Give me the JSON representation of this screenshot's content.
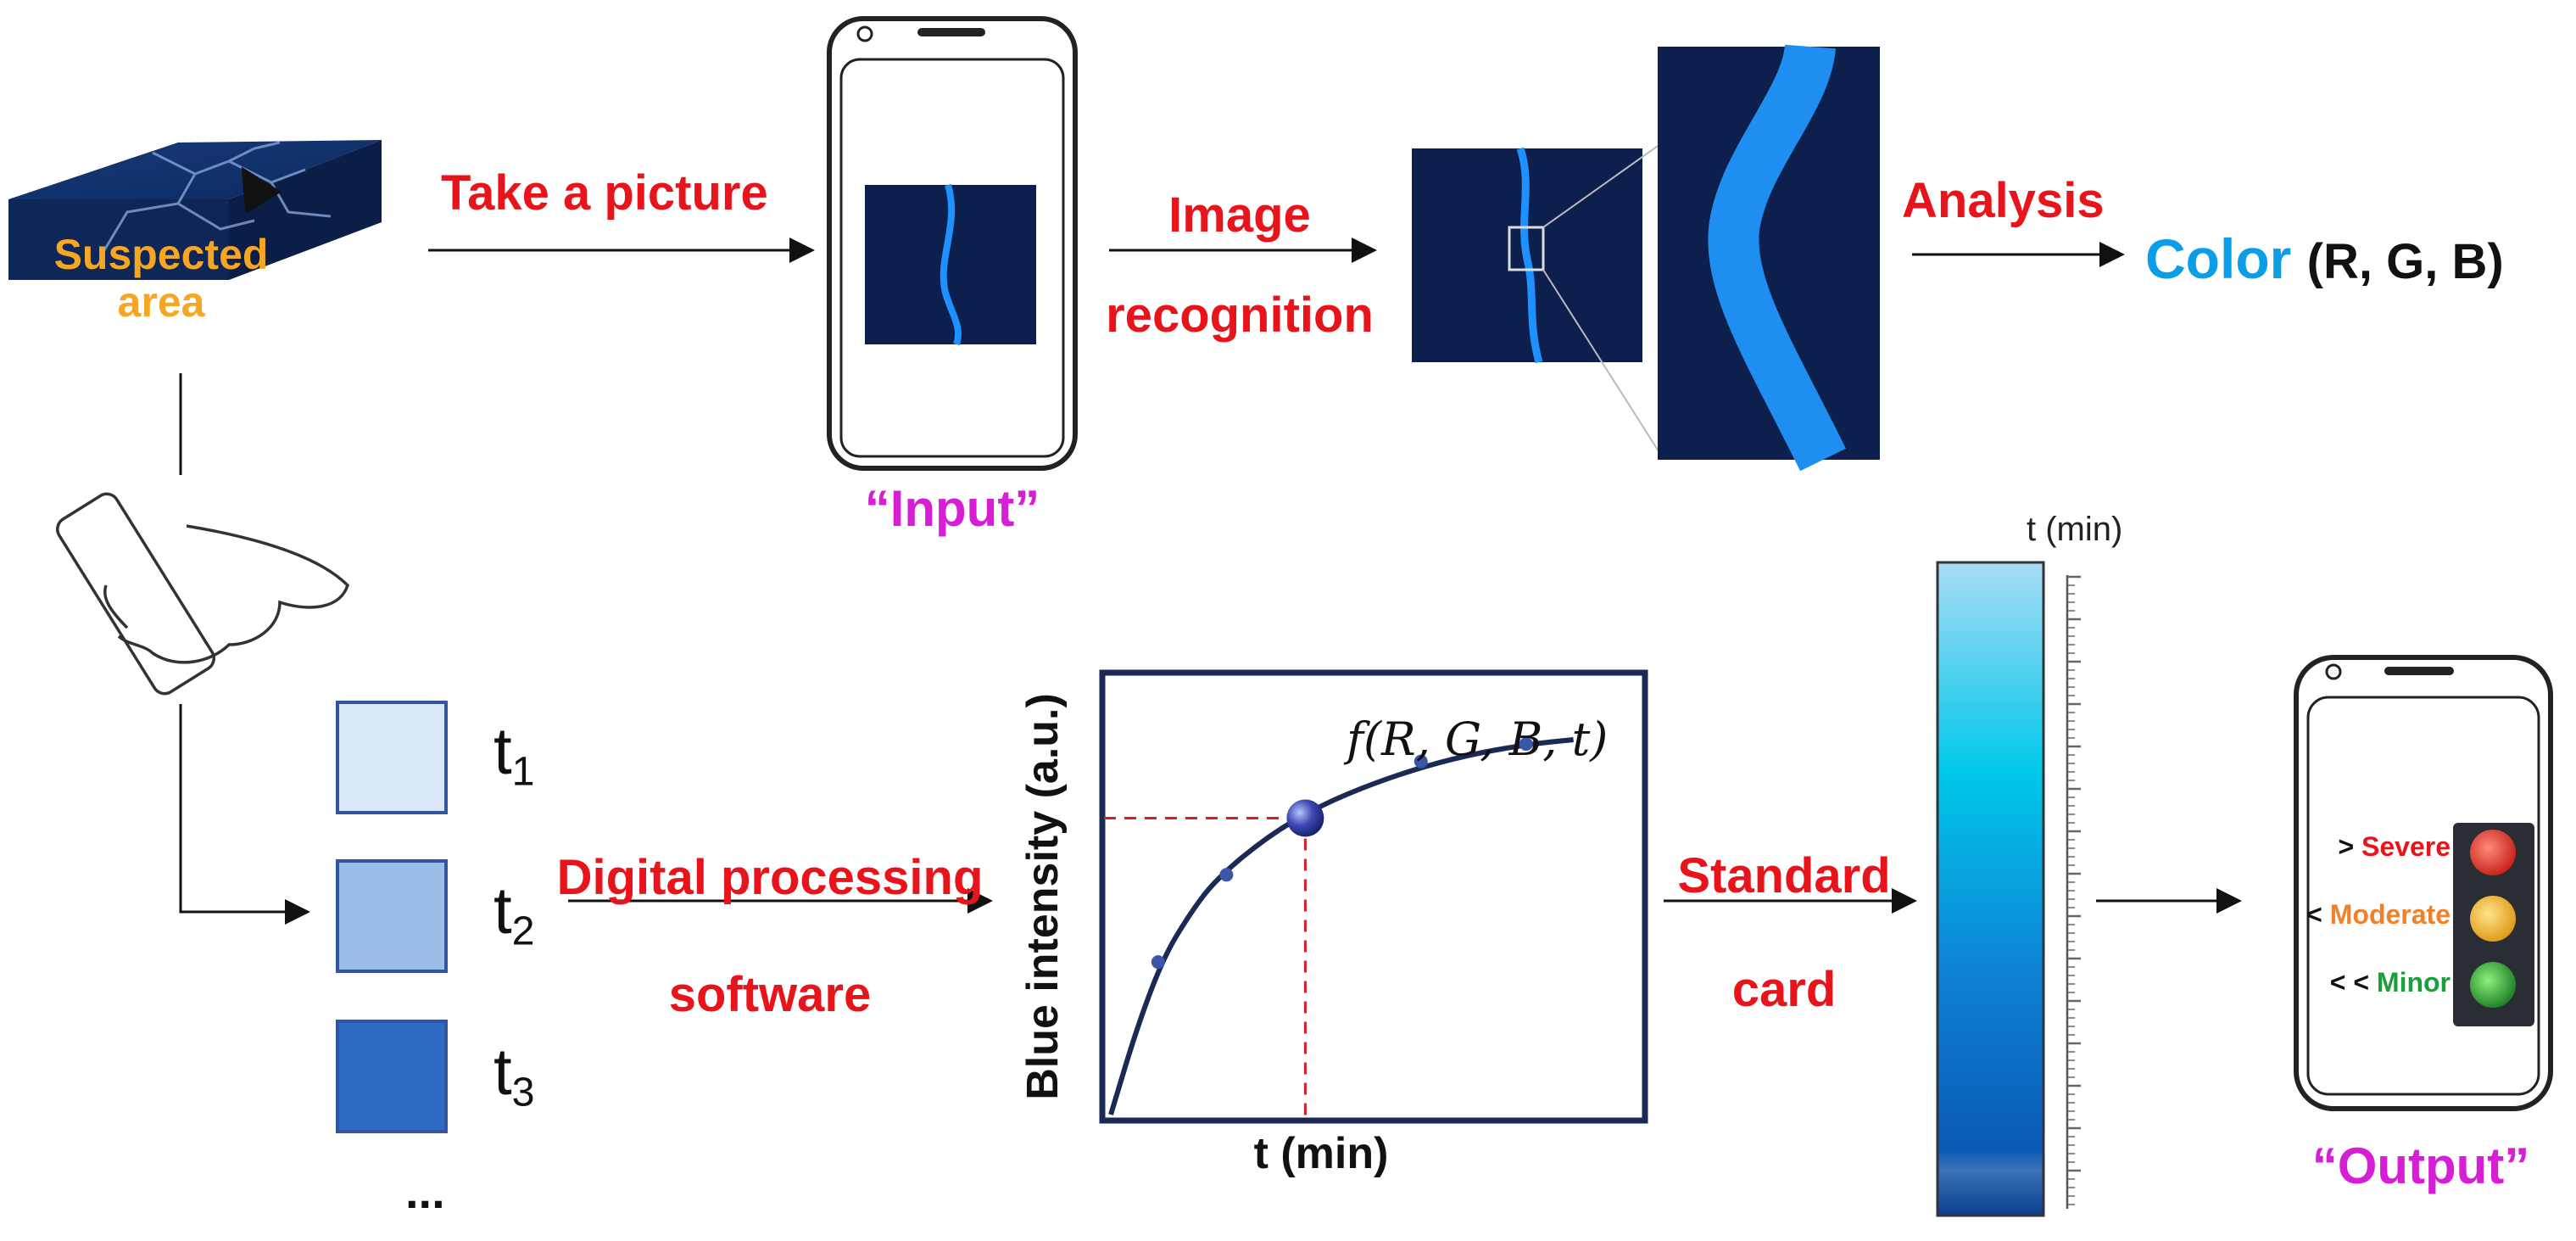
{
  "labels": {
    "suspected_area_line1": "Suspected",
    "suspected_area_line2": "area",
    "take_picture": "Take a picture",
    "image_recognition_line1": "Image",
    "image_recognition_line2": "recognition",
    "analysis": "Analysis",
    "color_word": "Color",
    "rgb": "(R, G, B)",
    "input": "“Input”",
    "digital_processing_line1": "Digital processing",
    "digital_processing_line2": "software",
    "standard_card_line1": "Standard",
    "standard_card_line2": "card",
    "output": "“Output”",
    "card_unit": "t (min)",
    "ellipsis": "..."
  },
  "samples": [
    {
      "label": "t",
      "sub": "1",
      "color": "#dae7f6"
    },
    {
      "label": "t",
      "sub": "2",
      "color": "#9bbde6"
    },
    {
      "label": "t",
      "sub": "3",
      "color": "#2e6bc4"
    }
  ],
  "traffic_light": [
    {
      "prefix": "> ",
      "label": "Severe",
      "text_color": "#e8141c",
      "lamp_color": "#e3211c"
    },
    {
      "prefix": "< ",
      "label": "Moderate",
      "text_color": "#f0802a",
      "lamp_color": "#f2b81b"
    },
    {
      "prefix": "< < ",
      "label": "Minor",
      "text_color": "#1aa03a",
      "lamp_color": "#1f9a2e"
    }
  ],
  "colors": {
    "label_red": "#e8141c",
    "color_blue": "#0a9ee6",
    "magenta": "#d61ed4",
    "suspected_orange": "#f5a623",
    "navy": "#1b2a55"
  },
  "chart_data": {
    "type": "line",
    "title": "",
    "formula": "f(R, G, B, t)",
    "xlabel": "t (min)",
    "ylabel": "Blue intensity (a.u.)",
    "xlim": [
      0,
      10
    ],
    "ylim": [
      0,
      10
    ],
    "grid": false,
    "series": [
      {
        "values": [
          [
            0,
            0
          ],
          [
            0.5,
            2.0
          ],
          [
            1.0,
            3.6
          ],
          [
            1.5,
            4.6
          ],
          [
            2.0,
            5.4
          ],
          [
            3.0,
            6.4
          ],
          [
            4.0,
            7.1
          ],
          [
            5.0,
            7.6
          ],
          [
            6.0,
            8.0
          ],
          [
            7.0,
            8.3
          ],
          [
            8.0,
            8.5
          ],
          [
            8.8,
            8.6
          ]
        ]
      }
    ],
    "points": [
      [
        0.9,
        3.5
      ],
      [
        2.2,
        5.5
      ],
      [
        3.7,
        6.8
      ],
      [
        5.9,
        8.1
      ],
      [
        7.9,
        8.5
      ]
    ],
    "highlight": [
      3.7,
      6.8
    ]
  }
}
